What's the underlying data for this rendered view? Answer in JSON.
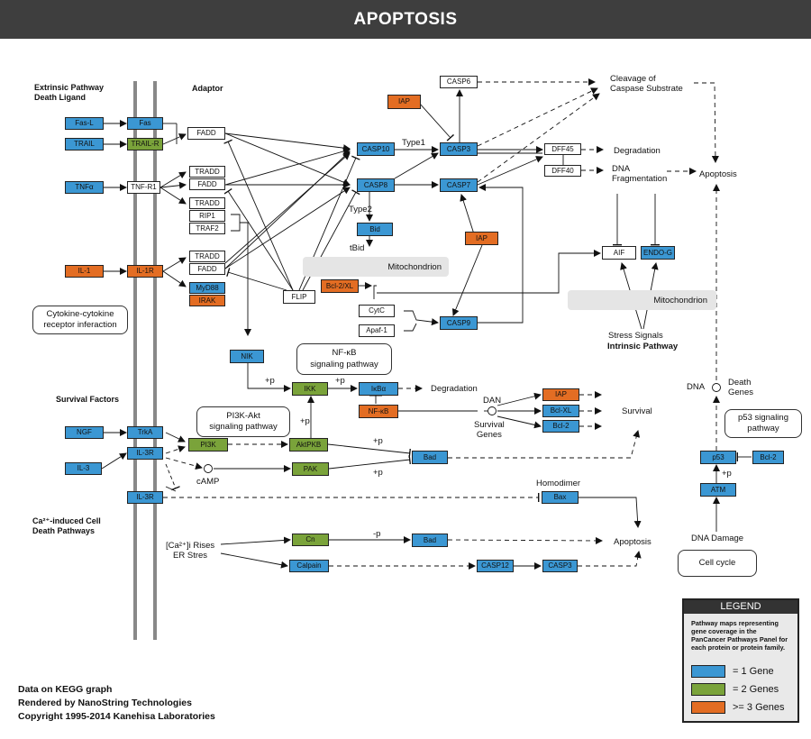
{
  "title": "APOPTOSIS",
  "colors": {
    "one_gene": "#3b97d3",
    "two_genes": "#7aa33a",
    "three_genes": "#e36d23",
    "banner": "#3e3e3e"
  },
  "nodes": {
    "fasl": "Fas-L",
    "fas": "Fas",
    "trail": "TRAIL",
    "trailr": "TRAIL-R",
    "tnfa": "TNFα",
    "tnfr1": "TNF-R1",
    "fadd1": "FADD",
    "tradd1": "TRADD",
    "fadd2": "FADD",
    "tradd2": "TRADD",
    "rip1": "RIP1",
    "traf2": "TRAF2",
    "tradd3": "TRADD",
    "fadd3": "FADD",
    "myd88": "MyD88",
    "irak": "IRAK",
    "il1": "IL-1",
    "il1r": "IL-1R",
    "flip": "FLIP",
    "casp10": "CASP10",
    "casp8": "CASP8",
    "casp3": "CASP3",
    "casp7": "CASP7",
    "casp6": "CASP6",
    "iap1": "IAP",
    "iap2": "IAP",
    "iap3": "IAP",
    "dff45": "DFF45",
    "dff40": "DFF40",
    "bid": "Bid",
    "bcl2xl1": "Bcl-2/XL",
    "cytc": "CytC",
    "apaf1": "Apaf-1",
    "casp9": "CASP9",
    "aif": "AIF",
    "endog": "ENDO-G",
    "nik": "NIK",
    "ikk": "IKK",
    "ikba": "IκBα",
    "nfkb": "NF-κB",
    "bclxl": "Bcl-XL",
    "bcl2a": "Bcl-2",
    "ngf": "NGF",
    "trka": "TrkA",
    "il3": "IL-3",
    "il3r1": "IL-3R",
    "il3r2": "IL-3R",
    "pi3k": "PI3K",
    "aktpkb": "AktPKB",
    "pak": "PAK",
    "bad1": "Bad",
    "bax": "Bax",
    "cn": "Cn",
    "bad2": "Bad",
    "calpain": "Calpain",
    "casp12": "CASP12",
    "casp3b": "CASP3",
    "p53": "p53",
    "bcl2b": "Bcl-2",
    "atm": "ATM"
  },
  "labels": {
    "extrinsic": "Extrinsic Pathway\nDeath Ligand",
    "adaptor": "Adaptor",
    "cleavage": "Cleavage of\nCaspase Substrate",
    "type1": "Type1",
    "type2": "Type2",
    "tbid": "tBid",
    "degradation1": "Degradation",
    "dna_frag": "DNA\nFragmentation",
    "apoptosis1": "Apoptosis",
    "mito1": "Mitochondrion",
    "mito2": "Mitochondrion",
    "stress": "Stress Signals",
    "intrinsic": "Intrinsic Pathway",
    "survival_factors": "Survival Factors",
    "plus_p1": "+p",
    "plus_p2": "+p",
    "plus_p3": "+p",
    "plus_p4": "+p",
    "plus_p5": "+p",
    "plus_p6": "+p",
    "minus_p": "-p",
    "degradation2": "Degradation",
    "dan": "DAN",
    "survival_genes": "Survival\nGenes",
    "survival": "Survival",
    "camp": "cAMP",
    "homodimer": "Homodimer",
    "ca_induced": "Ca²⁺-induced Cell\nDeath Pathways",
    "ca_rises": "[Ca²⁺]i Rises\nER Stres",
    "apoptosis2": "Apoptosis",
    "dna": "DNA",
    "death_genes": "Death\nGenes",
    "dna_damage": "DNA Damage"
  },
  "boxes": {
    "cytokine": "Cytokine-cytokine\nreceptor inferaction",
    "nfkb_path": "NF-κB\nsignaling pathway",
    "pi3k_path": "PI3K-Akt\nsignaling pathway",
    "p53_path": "p53 signaling\npathway",
    "cell_cycle": "Cell cycle"
  },
  "legend": {
    "title": "LEGEND",
    "description": "Pathway maps representing gene coverage in the PanCancer Pathways Panel for each protein or protein family.",
    "one": "= 1 Gene",
    "two": "= 2 Genes",
    "three": ">= 3 Genes"
  },
  "footer": {
    "line1": "Data on KEGG graph",
    "line2": "Rendered by NanoString Technologies",
    "line3": "Copyright 1995-2014 Kanehisa Laboratories"
  }
}
